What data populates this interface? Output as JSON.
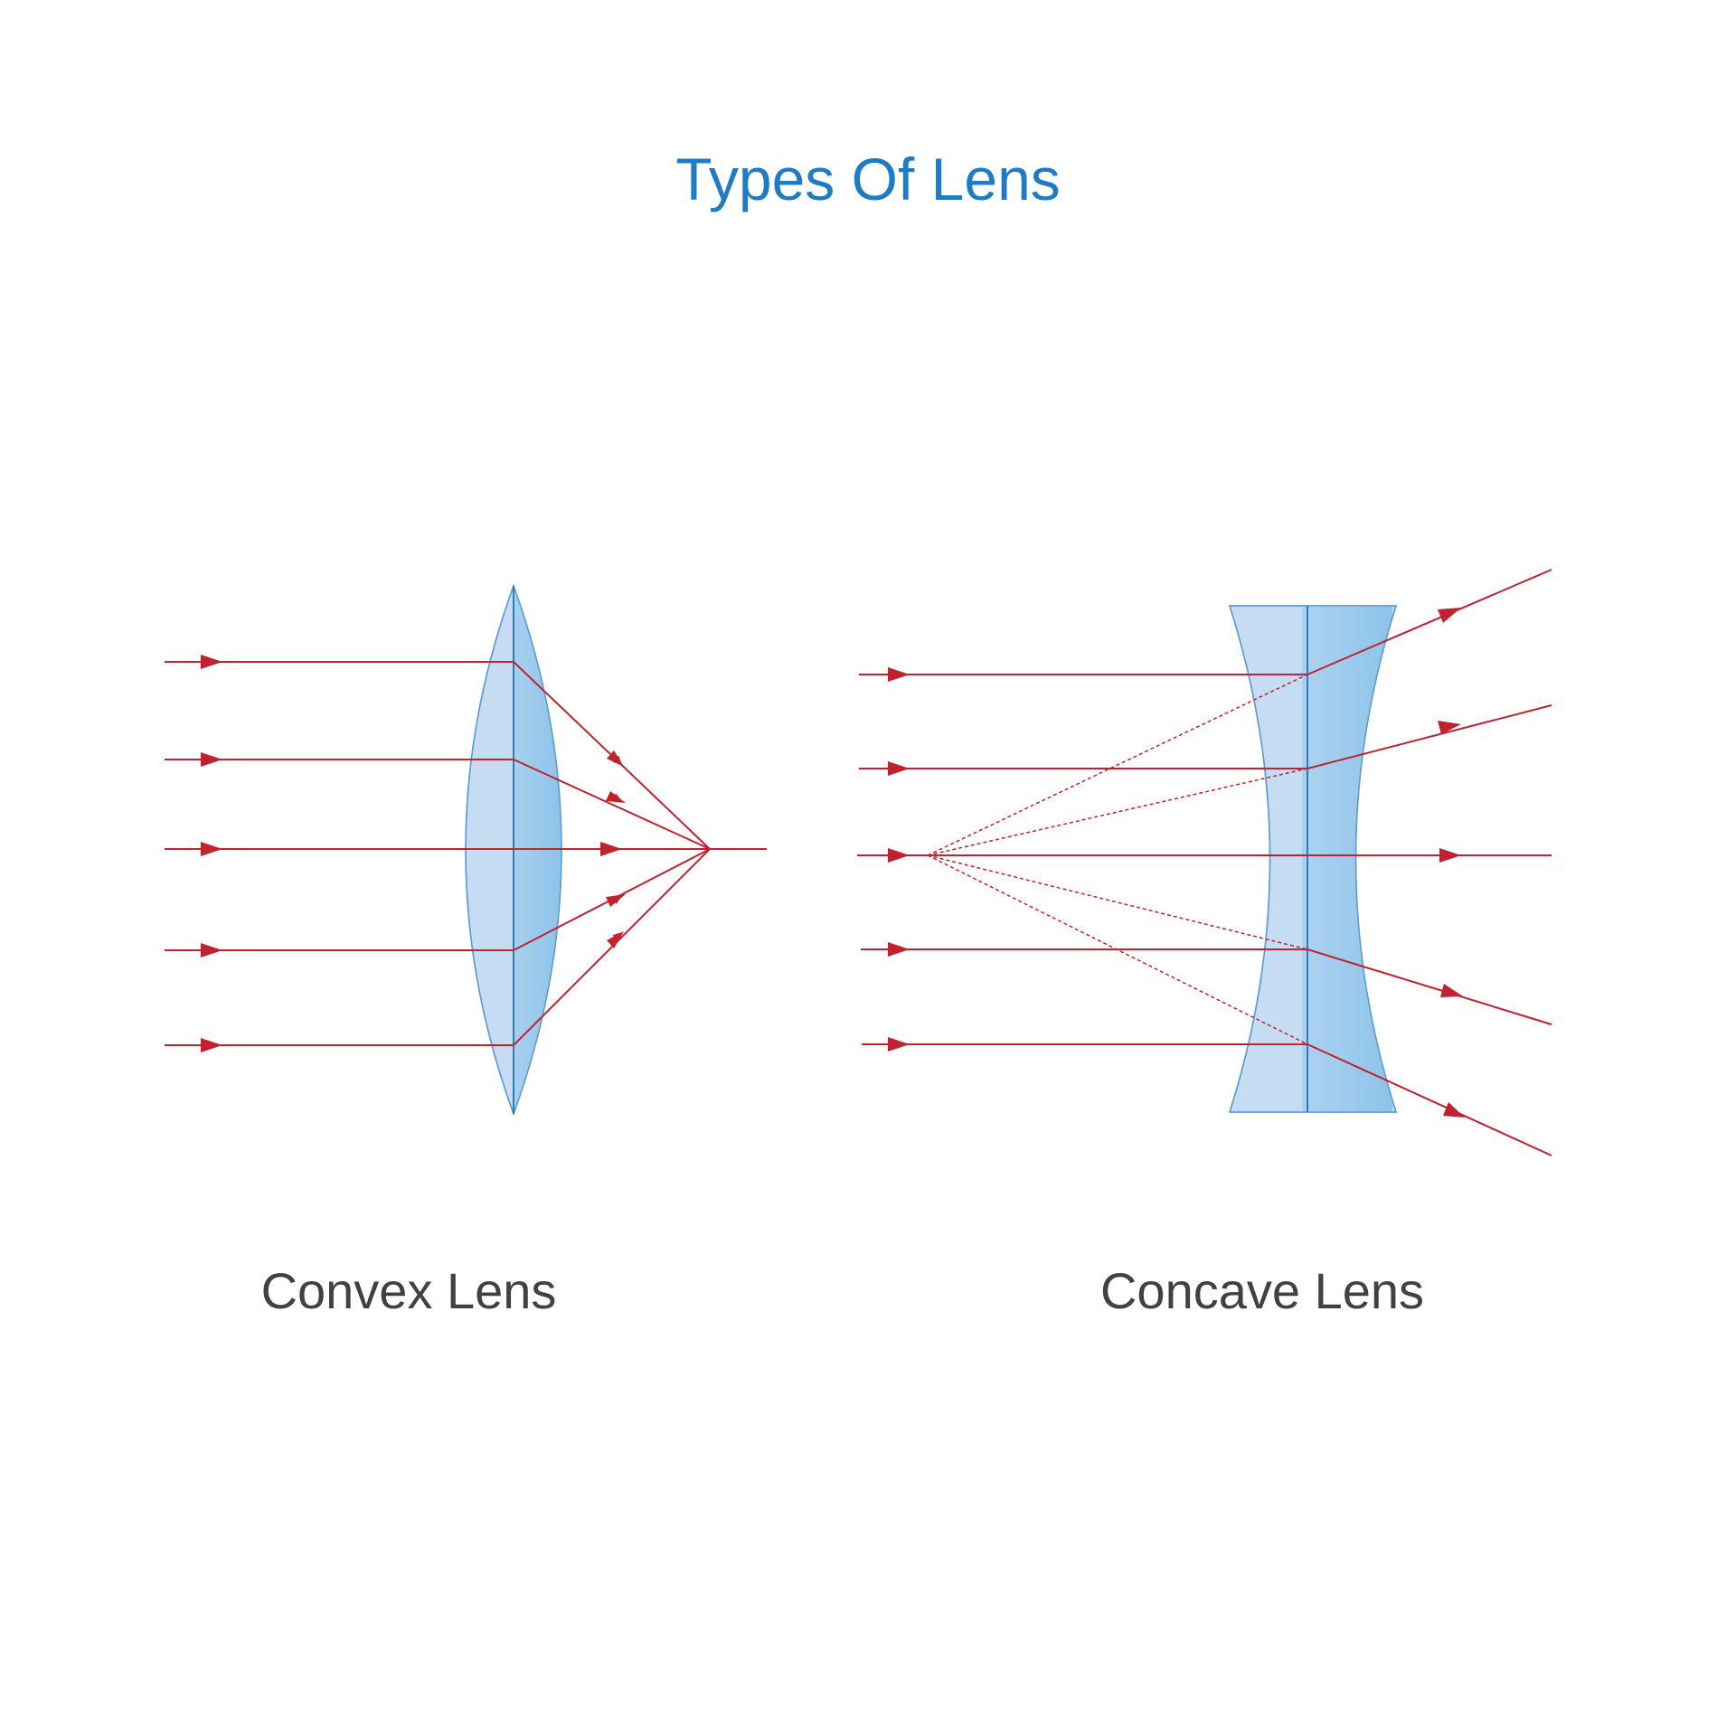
{
  "title": "Types Of Lens",
  "colors": {
    "title": "#1f7bc3",
    "label": "#414141",
    "ray": "#c0222f",
    "lens_fill": "#c6dcf2",
    "lens_fill_dark": "#8cc3ea",
    "lens_stroke": "#5b9bd5",
    "background": "#ffffff"
  },
  "convex": {
    "label": "Convex Lens"
  },
  "concave": {
    "label": "Concave Lens"
  }
}
